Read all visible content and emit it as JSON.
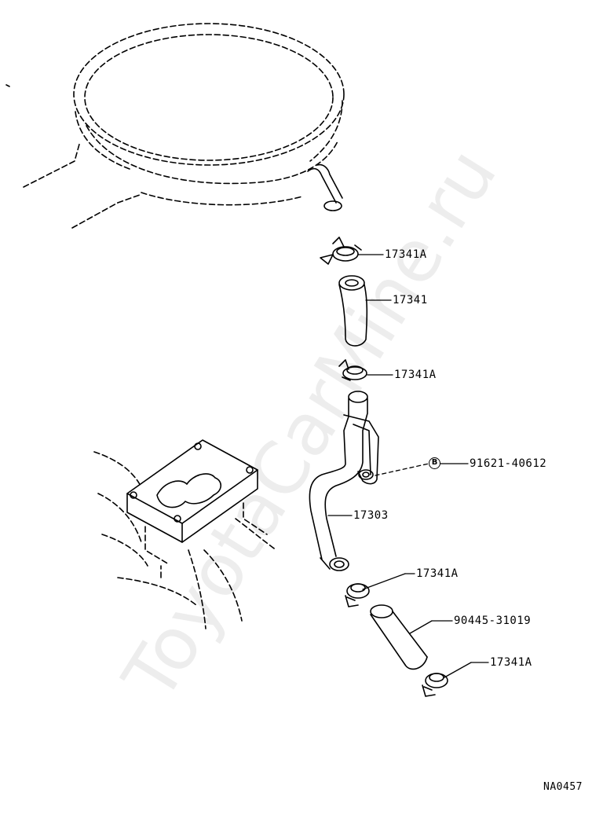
{
  "watermark": "ToyotaCarMine.ru",
  "diagram_code": "NA0457",
  "bolt_marker": "B",
  "parts": [
    {
      "id": "clamp-upper-1",
      "label": "17341A"
    },
    {
      "id": "hose-upper",
      "label": "17341"
    },
    {
      "id": "clamp-upper-2",
      "label": "17341A"
    },
    {
      "id": "bolt",
      "label": "91621-40612"
    },
    {
      "id": "pipe",
      "label": "17303"
    },
    {
      "id": "clamp-lower-1",
      "label": "17341A"
    },
    {
      "id": "hose-lower",
      "label": "90445-31019"
    },
    {
      "id": "clamp-lower-2",
      "label": "17341A"
    }
  ]
}
